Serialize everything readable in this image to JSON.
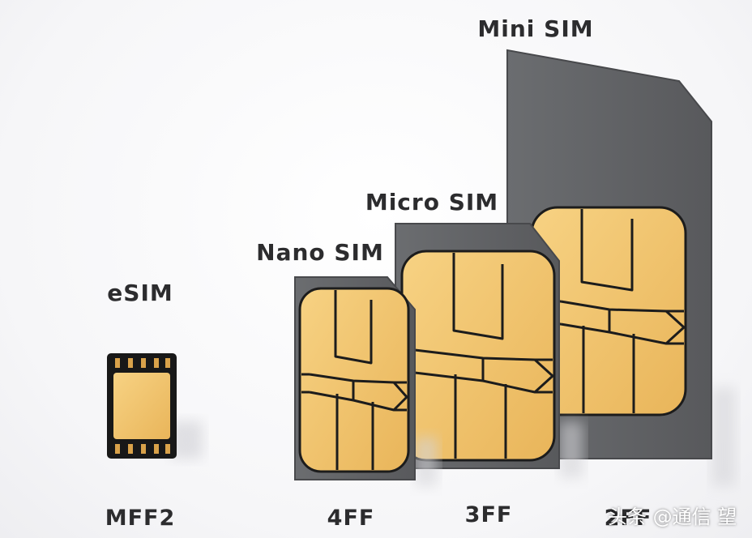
{
  "cards": [
    {
      "name": "eSIM",
      "code": "MFF2"
    },
    {
      "name": "Nano SIM",
      "code": "4FF"
    },
    {
      "name": "Micro SIM",
      "code": "3FF"
    },
    {
      "name": "Mini SIM",
      "code": "2FF"
    }
  ],
  "watermark": "头条 @通信 望",
  "colors": {
    "card": "#626467",
    "card_edge": "#4a4b4e",
    "chip": "#f2c46c",
    "chip_line": "#1c1c1c",
    "label": "#2c2c2e"
  }
}
